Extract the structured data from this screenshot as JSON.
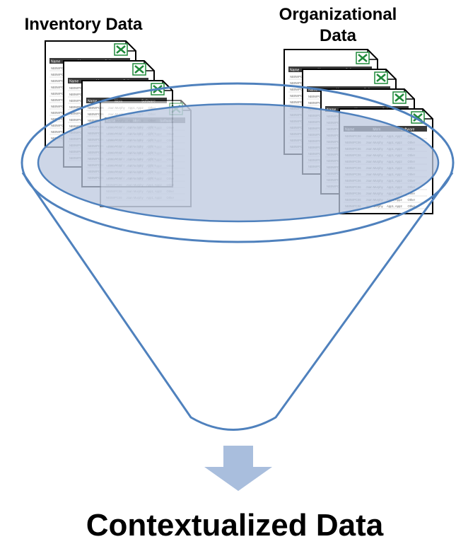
{
  "labels": {
    "inventory": "Inventory Data",
    "organizational_line1": "Organizational",
    "organizational_line2": "Data",
    "result": "Contextualized Data"
  },
  "sheet_content": {
    "header_cells": [
      "Name",
      "Mem",
      "Software"
    ],
    "row_id": "NB0WPC06",
    "row_user": "Joan Murphy",
    "row_app": "App1, App2",
    "row_other": "Other"
  },
  "stacks": {
    "inventory_sheet_count": 4,
    "organizational_sheet_count": 4
  },
  "colors": {
    "funnel_stroke": "#4f81bd",
    "funnel_fill": "#bcc8df",
    "arrow": "#a9bedd",
    "excel_green": "#1f8a3a",
    "text": "#000000"
  }
}
